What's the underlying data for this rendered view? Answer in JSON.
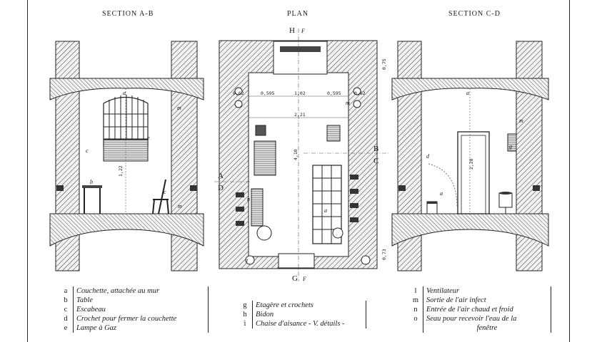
{
  "headers": {
    "section_ab": "SECTION  A-B",
    "plan": "PLAN",
    "section_cd": "SECTION  C-D"
  },
  "plan_marks": {
    "h": "H",
    "f": "F",
    "g": "G",
    "a": "A",
    "d": "D",
    "b": "B",
    "c": "C"
  },
  "dimensions": {
    "d1": "0,595",
    "d2": "1,02",
    "d3": "0,595",
    "d4": "2,21",
    "d5": "0,62",
    "d6": "0,62",
    "d7": "4,10",
    "d8": "1,22",
    "d9": "2,28",
    "d10": "0,75",
    "d11": "0,73"
  },
  "fixtures": {
    "m": "m",
    "a": "a",
    "b": "b",
    "c": "c",
    "d": "d",
    "e": "e",
    "g": "g",
    "t": "t",
    "n": "n"
  },
  "legend_left": [
    {
      "key": "a",
      "text": "Couchette, attachée au mur"
    },
    {
      "key": "b",
      "text": "Table"
    },
    {
      "key": "c",
      "text": "Escabeau"
    },
    {
      "key": "d",
      "text": "Crochet pour fermer la couchette"
    },
    {
      "key": "e",
      "text": "Lampe à Gaz"
    }
  ],
  "legend_mid": [
    {
      "key": "g",
      "text": "Etagère et crochets"
    },
    {
      "key": "h",
      "text": "Bidon"
    },
    {
      "key": "i",
      "text": "Chaise d'aisance - V. détails -"
    }
  ],
  "legend_right": [
    {
      "key": "l",
      "text": "Ventilateur"
    },
    {
      "key": "m",
      "text": "Sortie de l'air infect"
    },
    {
      "key": "n",
      "text": "Entrée de l'air chaud et froid"
    },
    {
      "key": "o",
      "text": "Seau pour recevoir l'eau de la"
    },
    {
      "key": "",
      "text": "fenêtre"
    }
  ]
}
